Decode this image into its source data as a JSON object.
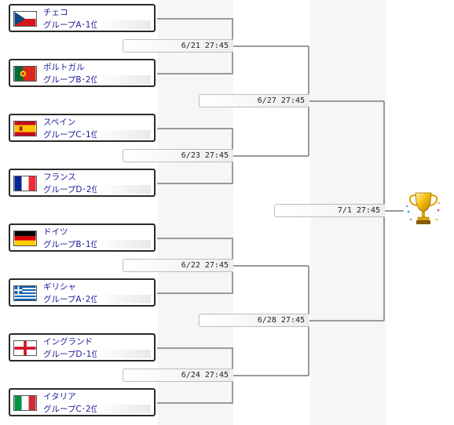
{
  "bracket": {
    "teams": [
      {
        "name": "チェコ",
        "group": "グループA･1位",
        "flag": "czech-flag-icon"
      },
      {
        "name": "ポルトガル",
        "group": "グループB･2位",
        "flag": "portugal-flag-icon"
      },
      {
        "name": "スペイン",
        "group": "グループC･1位",
        "flag": "spain-flag-icon"
      },
      {
        "name": "フランス",
        "group": "グループD･2位",
        "flag": "france-flag-icon"
      },
      {
        "name": "ドイツ",
        "group": "グループB･1位",
        "flag": "germany-flag-icon"
      },
      {
        "name": "ギリシャ",
        "group": "グループA･2位",
        "flag": "greece-flag-icon"
      },
      {
        "name": "イングランド",
        "group": "グループD･1位",
        "flag": "england-flag-icon"
      },
      {
        "name": "イタリア",
        "group": "グループC･2位",
        "flag": "italy-flag-icon"
      }
    ],
    "quarterfinals": [
      "6/21 27:45",
      "6/23 27:45",
      "6/22 27:45",
      "6/24 27:45"
    ],
    "semifinals": [
      "6/27 27:45",
      "6/28 27:45"
    ],
    "final": "7/1 27:45",
    "trophy_icon": "trophy-icon",
    "colors": {
      "text_blue": "#1a1a9a",
      "line_gray": "#9a9a9a",
      "border_dark": "#2a2a2a"
    }
  }
}
